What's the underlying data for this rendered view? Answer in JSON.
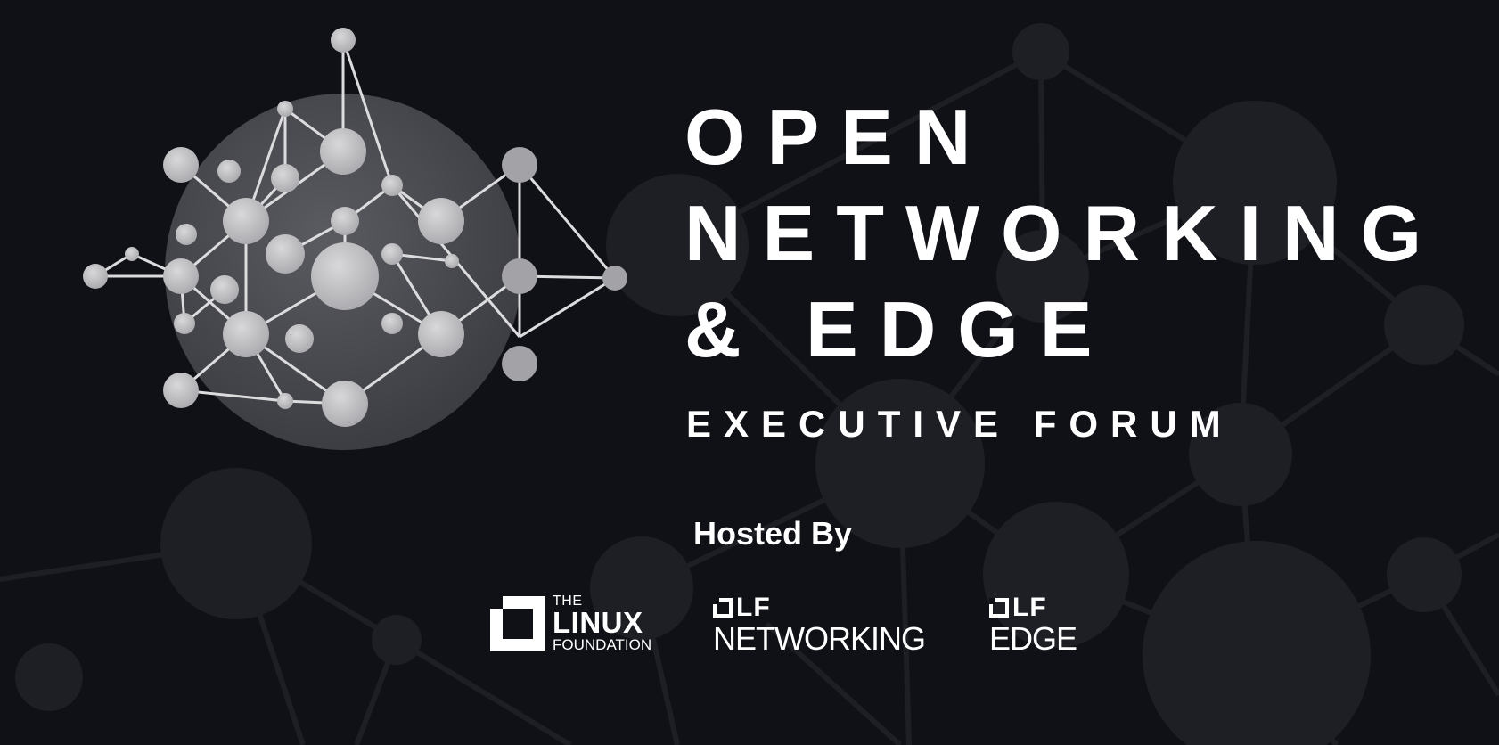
{
  "title": {
    "line1": "OPEN",
    "line2": "NETWORKING",
    "line3": "& EDGE"
  },
  "subtitle": "EXECUTIVE FORUM",
  "hosted_by": "Hosted By",
  "hosts": {
    "linux_foundation": {
      "the": "THE",
      "linux": "LINUX",
      "foundation": "FOUNDATION"
    },
    "lf_networking": {
      "mark": "LF",
      "word": "NETWORKING"
    },
    "lf_edge": {
      "mark": "LF",
      "word": "EDGE"
    }
  },
  "colors": {
    "background": "#0f1116",
    "text": "#ffffff",
    "node": "#c9c9cb",
    "sphere": "#4a4b50"
  },
  "icons": {
    "main_logo": "network-globe-icon",
    "linux_foundation_logo": "linux-foundation-icon",
    "lf_networking_logo": "lf-networking-icon",
    "lf_edge_logo": "lf-edge-icon"
  }
}
